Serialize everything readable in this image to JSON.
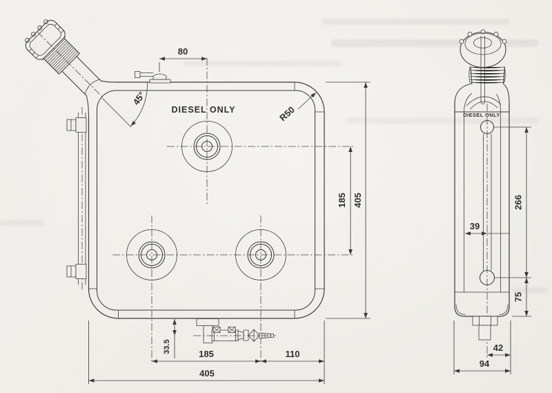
{
  "page": {
    "background": "#f0eeea",
    "ink": "#3a3a3c"
  },
  "front_view": {
    "label": "DIESEL ONLY",
    "dims": {
      "vent_offset": "80",
      "filler_angle": "45°",
      "corner_radius": "R50",
      "port_vertical_spacing": "185",
      "overall_height": "405",
      "drain_offset": "33.5",
      "port_horizontal_spacing": "185",
      "port_to_edge": "110",
      "overall_width": "405"
    }
  },
  "side_view": {
    "label": "DIESEL ONLY",
    "dims": {
      "port_span": "266",
      "gauge_offset": "39",
      "lower_port_height": "75",
      "drain_plug_offset": "42",
      "overall_depth": "94"
    }
  }
}
